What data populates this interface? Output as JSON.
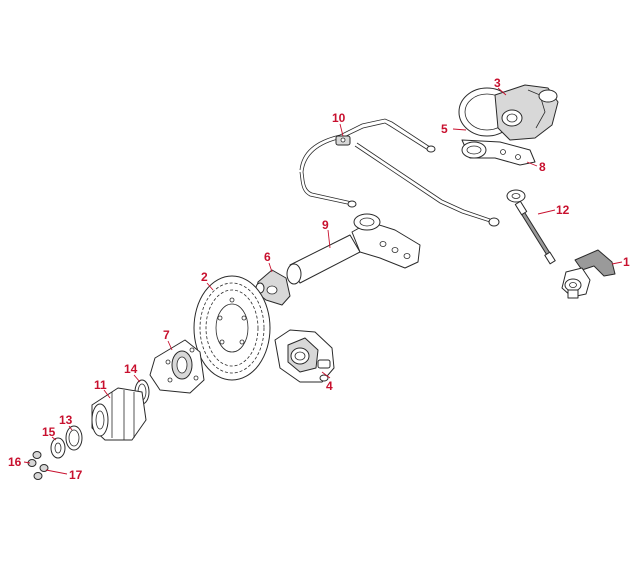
{
  "callouts": {
    "c1": "1",
    "c2": "2",
    "c3": "3",
    "c4": "4",
    "c5": "5",
    "c6": "6",
    "c7": "7",
    "c8": "8",
    "c9": "9",
    "c10": "10",
    "c11": "11",
    "c12": "12",
    "c13": "13",
    "c14": "14",
    "c15": "15",
    "c16": "16",
    "c17": "17"
  },
  "colors": {
    "callout": "#c8102e",
    "linework": "#2a2a2a",
    "background": "#ffffff"
  }
}
